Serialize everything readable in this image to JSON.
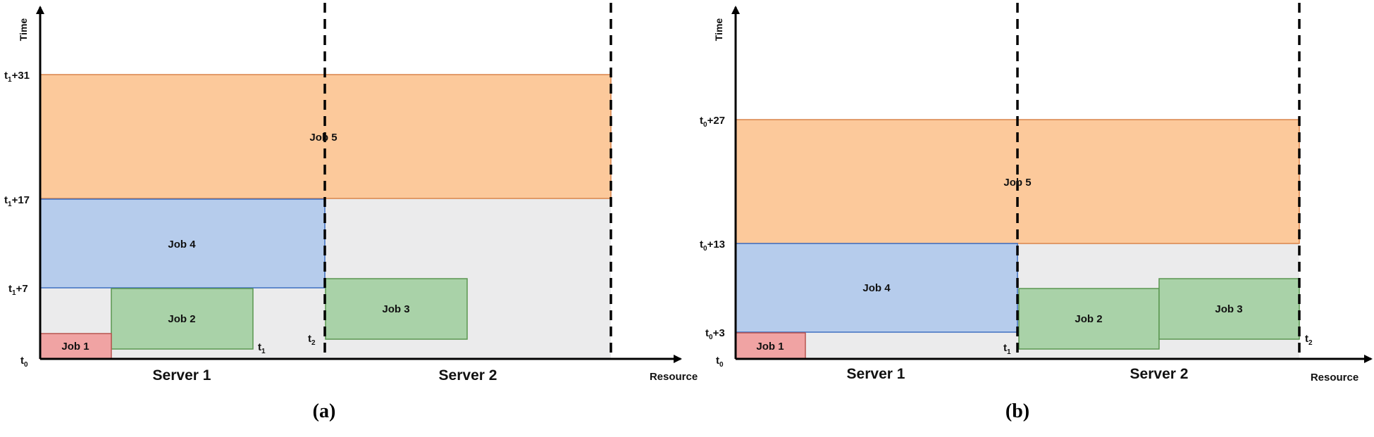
{
  "colors": {
    "background_region": "#ebebec",
    "job1_fill": "#f0a3a3",
    "job1_stroke": "#b85450",
    "green_fill": "#a9d2a8",
    "green_stroke": "#5a9650",
    "blue_fill": "#b6ccec",
    "blue_stroke": "#3e6fc1",
    "orange_fill": "#fcc99b",
    "orange_stroke": "#d9844a",
    "axis": "#000000"
  },
  "panel_a": {
    "caption": "(a)",
    "y_axis_label": "Time",
    "x_axis_label": "Resource",
    "server1_label": "Server 1",
    "server2_label": "Server 2",
    "ticks": {
      "t0": {
        "base": "t",
        "sub": "0",
        "suffix": ""
      },
      "t1p7": {
        "base": "t",
        "sub": "1",
        "suffix": "+7"
      },
      "t1p17": {
        "base": "t",
        "sub": "1",
        "suffix": "+17"
      },
      "t1p31": {
        "base": "t",
        "sub": "1",
        "suffix": "+31"
      }
    },
    "markers": {
      "t1": {
        "base": "t",
        "sub": "1"
      },
      "t2": {
        "base": "t",
        "sub": "2"
      }
    },
    "jobs": {
      "job1": "Job 1",
      "job2": "Job 2",
      "job3": "Job 3",
      "job4": "Job 4",
      "job5": "Job 5"
    }
  },
  "panel_b": {
    "caption": "(b)",
    "y_axis_label": "Time",
    "x_axis_label": "Resource",
    "server1_label": "Server 1",
    "server2_label": "Server 2",
    "ticks": {
      "t0": {
        "base": "t",
        "sub": "0",
        "suffix": ""
      },
      "t0p3": {
        "base": "t",
        "sub": "0",
        "suffix": "+3"
      },
      "t0p13": {
        "base": "t",
        "sub": "0",
        "suffix": "+13"
      },
      "t0p27": {
        "base": "t",
        "sub": "0",
        "suffix": "+27"
      }
    },
    "markers": {
      "t1": {
        "base": "t",
        "sub": "1"
      },
      "t2": {
        "base": "t",
        "sub": "2"
      }
    },
    "jobs": {
      "job1": "Job 1",
      "job2": "Job 2",
      "job3": "Job 3",
      "job4": "Job 4",
      "job5": "Job 5"
    }
  }
}
